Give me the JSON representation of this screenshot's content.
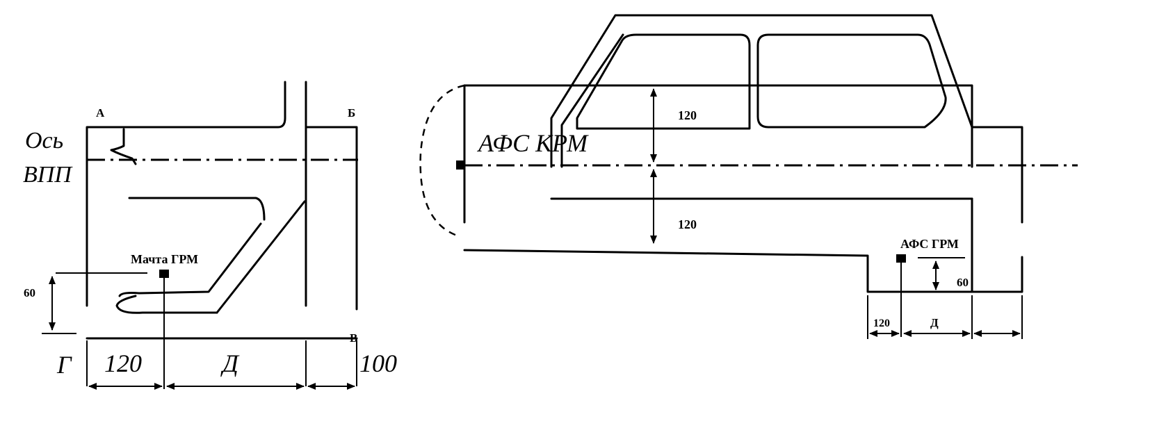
{
  "left": {
    "point_a": "А",
    "point_b": "Б",
    "point_v": "В",
    "point_g": "Г",
    "axis_line1": "Ось",
    "axis_line2": "ВПП",
    "mast": "Мачта ГРМ",
    "dim_60": "60",
    "dim_120": "120",
    "dim_d": "Д",
    "dim_100": "100"
  },
  "right": {
    "afs_krm": "АФС КРМ",
    "dim_120_top": "120",
    "dim_120_bottom": "120",
    "afs_grm": "АФС ГРМ",
    "dim_60": "60",
    "dim_120": "120",
    "dim_d": "Д"
  }
}
